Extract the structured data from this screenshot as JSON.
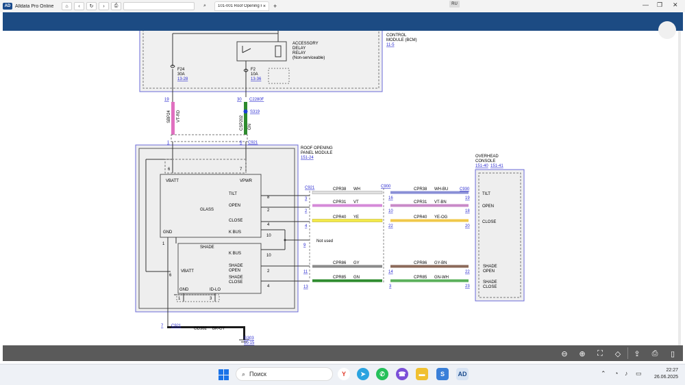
{
  "window": {
    "app_title": "Alldata Pro Online",
    "app_logo": "AD",
    "tab_label": "101-001 Roof Opening P",
    "lang_badge": "RU",
    "colors": {
      "header_blue": "#1c4b83",
      "toolbar_gray": "#5a5a5a"
    }
  },
  "nav": {
    "home_icon": "home-icon",
    "back_icon": "chevron-left-icon",
    "reload_icon": "refresh-icon",
    "forward_icon": "chevron-right-icon",
    "print_icon": "printer-icon",
    "search_icon": "search-icon"
  },
  "diagram": {
    "bcm_label": [
      "CONTROL",
      "MODULE (BCM)"
    ],
    "bcm_ref": "11-5",
    "accessory_relay": [
      "ACCESSORY",
      "DELAY",
      "RELAY",
      "(Non-serviceable)"
    ],
    "fuse_f24": {
      "name": "F24",
      "rating": "30A",
      "ref": "13-28"
    },
    "fuse_f2": {
      "name": "F2",
      "rating": "10A",
      "ref": "13-36"
    },
    "pin_19": "19",
    "pin_30": "30",
    "conn_c2280f": "C2280F",
    "splice_s319": "S319",
    "sbp24": "SBP24",
    "vt_rd": "VT-RD",
    "csp202": "CSP202",
    "gn_short": "GN",
    "pin_1": "1",
    "pin_6": "6",
    "conn_c921": "C921",
    "rom_label": [
      "ROOF OPENING",
      "PANEL MODULE"
    ],
    "rom_ref": "151-24",
    "glass": {
      "vbatt": "VBATT",
      "vpwr": "VPWR",
      "tilt": "TILT",
      "title": "GLASS",
      "open": "OPEN",
      "close": "CLOSE",
      "kbus": "K BUS",
      "gnd": "GND",
      "pin_vbatt": "6",
      "pin_vpwr": "7",
      "pin_tilt": "8",
      "pin_open": "2",
      "pin_close": "4",
      "pin_kbus": "10",
      "pin_gnd": "1"
    },
    "shade": {
      "title": "SHADE",
      "kbus": "K BUS",
      "vbatt": "VBATT",
      "shade_open": [
        "SHADE",
        "OPEN"
      ],
      "shade_close": [
        "SHADE",
        "CLOSE"
      ],
      "gnd": "GND",
      "idlo": "ID-LO",
      "pin_kbus": "10",
      "pin_vbatt": "6",
      "pin_open": "2",
      "pin_close": "4",
      "pin_gnd": "1",
      "pin_idlo": "3"
    },
    "inline": {
      "c921": "C921",
      "c900": "C900",
      "c930": "C930",
      "not_used": "Not used"
    },
    "circuits": [
      {
        "left_pin": "3",
        "circuit": "CPR38",
        "color_left": "WH",
        "mid_pin": "16",
        "circuit_r": "CPR38",
        "color_right": "WH-BU",
        "right_pin": "19",
        "wire_left": "#e0e0e0",
        "wire_right": "#8a8fd6"
      },
      {
        "left_pin": "2",
        "circuit": "CPR31",
        "color_left": "VT",
        "mid_pin": "10",
        "circuit_r": "CPR31",
        "color_right": "VT-BN",
        "right_pin": "18",
        "wire_left": "#d58ad8",
        "wire_right": "#c98ac8"
      },
      {
        "left_pin": "4",
        "circuit": "CPR40",
        "color_left": "YE",
        "mid_pin": "22",
        "circuit_r": "CPR40",
        "color_right": "YE-OG",
        "right_pin": "20",
        "wire_left": "#f2e94a",
        "wire_right": "#f0c84a"
      },
      {
        "left_pin": "11",
        "circuit": "CPR86",
        "color_left": "GY",
        "mid_pin": "14",
        "circuit_r": "CPR86",
        "color_right": "GY-BN",
        "right_pin": "22",
        "wire_left": "#8a8a8a",
        "wire_right": "#8b6a5a"
      },
      {
        "left_pin": "13",
        "circuit": "CPR85",
        "color_left": "GN",
        "mid_pin": "3",
        "circuit_r": "CPR85",
        "color_right": "GN-WH",
        "right_pin": "23",
        "wire_left": "#2e8b2e",
        "wire_right": "#5ab05a"
      }
    ],
    "not_used_pin": "9",
    "overhead": {
      "label": [
        "OVERHEAD",
        "CONSOLE"
      ],
      "ref1": "151-40",
      "ref2": "151-41",
      "tilt": "TILT",
      "open": "OPEN",
      "close": "CLOSE",
      "shade_open": [
        "SHADE",
        "OPEN"
      ],
      "shade_close": [
        "SHADE",
        "CLOSE"
      ]
    },
    "ground": {
      "pin": "7",
      "conn": "C921",
      "circuit": "GD382",
      "color": "BK-GY",
      "g_name": "G303",
      "g_ref": "10-15"
    }
  },
  "toolbar": {
    "icons": [
      "zoom-out-icon",
      "zoom-in-icon",
      "fit-screen-icon",
      "tag-icon",
      "export-icon",
      "print-icon",
      "bookmark-icon"
    ]
  },
  "taskbar": {
    "search_placeholder": "Поиск",
    "time": "22:27",
    "date": "26.06.2025"
  }
}
